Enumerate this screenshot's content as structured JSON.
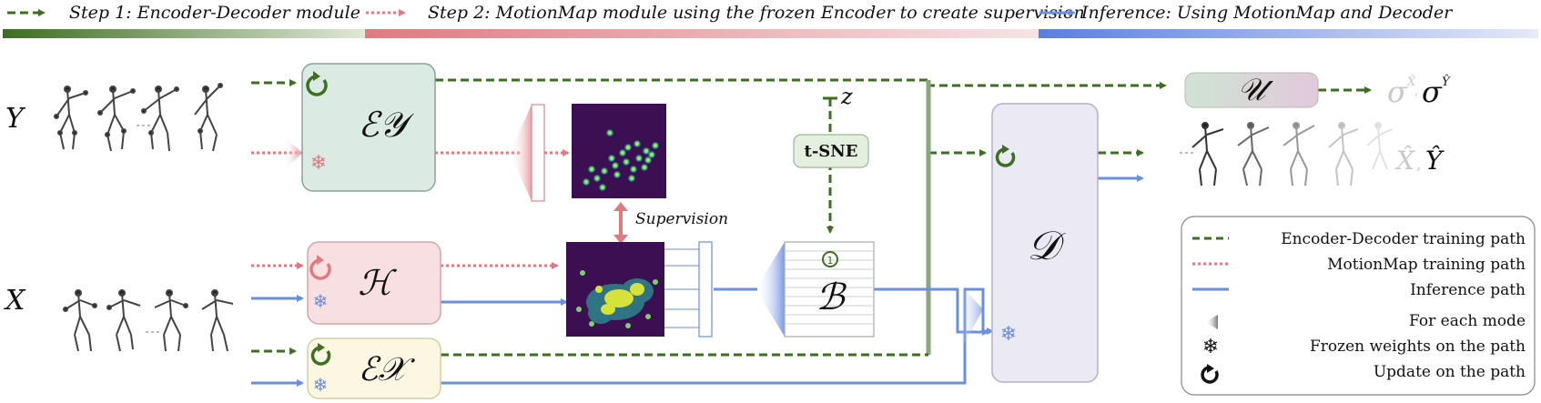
{
  "header": {
    "step1": "Step 1:  Encoder-Decoder module",
    "step2": "Step 2: MotionMap module using the frozen Encoder to create supervision",
    "inference": "Inference: Using MotionMap and Decoder"
  },
  "blocks": {
    "enc_y": "ℰ𝒴",
    "enc_x": "ℰ𝒳",
    "h": "ℋ",
    "b": "ℬ",
    "d": "𝒟",
    "u": "𝒰",
    "tsne": "t-SNE"
  },
  "labels": {
    "y": "Y",
    "x": "X",
    "z": "z",
    "supervision": "Supervision",
    "sigma_xy": "σ",
    "sigma_sup_x": "X̂",
    "sigma_sup_y": "Ŷ",
    "out_x": "X̂",
    "out_y": "Ŷ",
    "comma": ","
  },
  "legend": {
    "items": [
      "Encoder-Decoder training path",
      "MotionMap training path",
      "Inference path",
      "For each mode",
      "Frozen weights on the path",
      "Update on the path"
    ]
  },
  "colors": {
    "green": "#3d6e22",
    "pink": "#de7b80",
    "blue": "#6a8ee0",
    "enc_y_fill": "#dbeae3",
    "h_fill": "#f7dfe2",
    "enc_x_fill": "#fbf7e2",
    "d_fill": "#ebe9f3",
    "heatmap_bg": "#3b0f52"
  },
  "icons": [
    "update-icon",
    "frozen-snowflake-icon",
    "for-each-mode-icon"
  ]
}
